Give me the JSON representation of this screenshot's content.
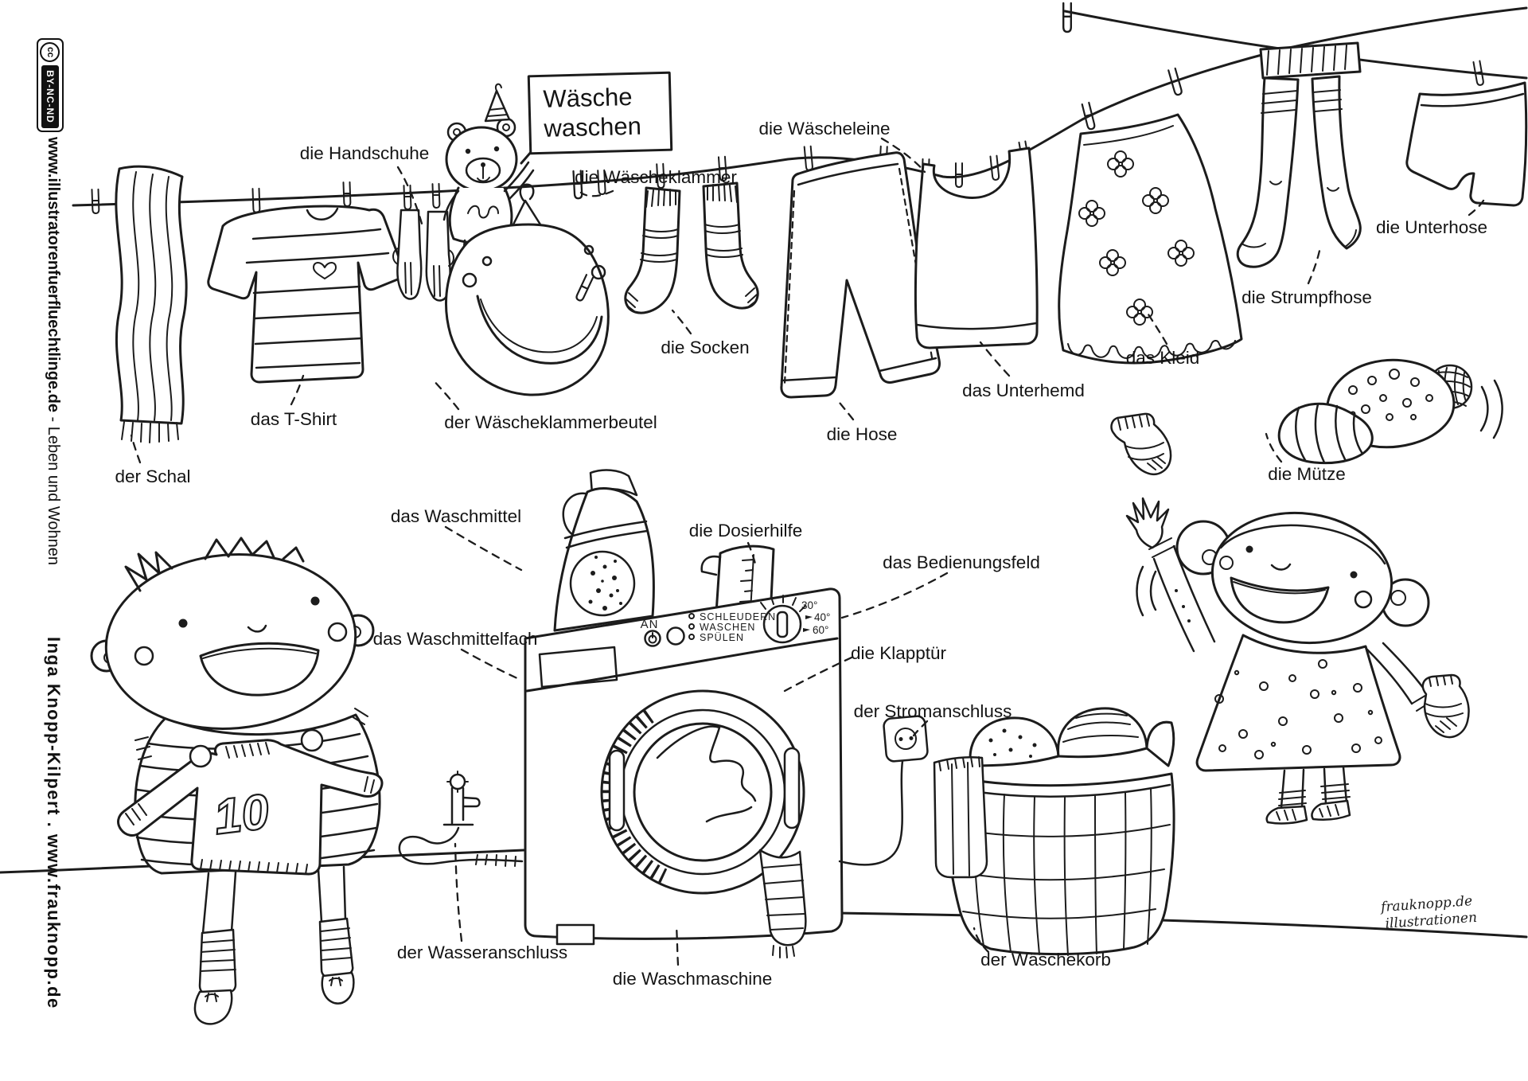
{
  "poster": {
    "title": {
      "line1": "Wäsche",
      "line2": "waschen"
    },
    "labels": {
      "schal": "der Schal",
      "tshirt": "das T-Shirt",
      "handschuhe": "die Handschuhe",
      "waescheklammer": "die Wäscheklammer",
      "waescheklammerbeutel": "der Wäscheklammerbeutel",
      "waescheleine": "die Wäscheleine",
      "socken": "die Socken",
      "hose": "die Hose",
      "unterhemd": "das Unterhemd",
      "kleid": "das Kleid",
      "strumpfhose": "die Strumpfhose",
      "unterhose": "die Unterhose",
      "muetze": "die Mütze",
      "waschmittel": "das Waschmittel",
      "dosierhilfe": "die Dosierhilfe",
      "bedienungsfeld": "das Bedienungsfeld",
      "waschmittelfach": "das Waschmittelfach",
      "klapptuer": "die Klapptür",
      "stromanschluss": "der Stromanschluss",
      "wasseranschluss": "der Wasseranschluss",
      "waschmaschine": "die Waschmaschine",
      "waeschekorb": "der Wäschekorb"
    },
    "washing_machine_panel": {
      "power_label": "AN",
      "mode_options": [
        "SCHLEUDERN",
        "WASCHEN",
        "SPÜLEN"
      ],
      "temperature_marks": [
        "30°",
        "40°",
        "60°"
      ]
    },
    "jersey_number": "10",
    "signature_line1": "frauknopp.de",
    "signature_line2": "illustrationen"
  },
  "sidebar": {
    "license_logo": "cc",
    "license_terms": "BY-NC-ND",
    "site_credit": "www.illustratorenfuerfluechtlinge.de",
    "site_credit_suffix": " - Leben und Wohnen",
    "artist_credit": "Inga Knopp-Kilpert . www.frauknopp.de"
  },
  "colors": {
    "ink": "#1c1c1c",
    "paper": "#ffffff"
  }
}
